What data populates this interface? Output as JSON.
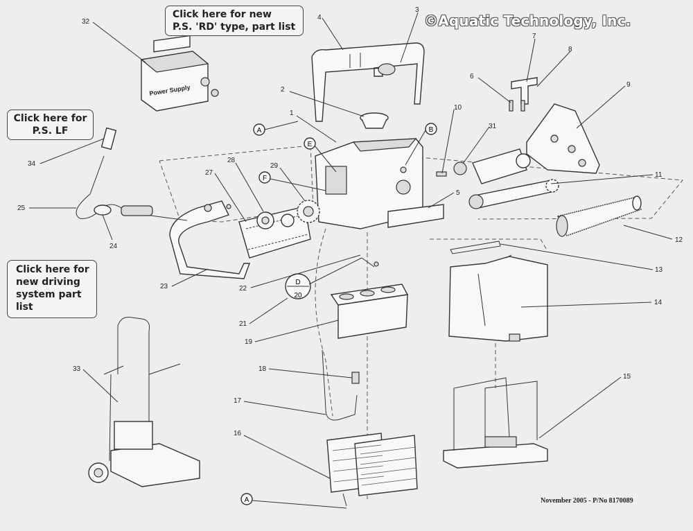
{
  "copyright": "©Aquatic Technology, Inc.",
  "footer": "November 2005 - P/No 8170089",
  "links": {
    "ps_rd": {
      "line1": "Click here for new",
      "line2": "P.S. 'RD' type, part list"
    },
    "ps_lf": {
      "line1": "Click here for",
      "line2": "P.S. LF"
    },
    "driving": {
      "line1": "Click here for",
      "line2": "new driving",
      "line3": "system part",
      "line4": "list"
    }
  },
  "part_numbers": [
    "1",
    "2",
    "3",
    "4",
    "5",
    "6",
    "7",
    "8",
    "9",
    "10",
    "11",
    "12",
    "13",
    "14",
    "15",
    "16",
    "17",
    "18",
    "19",
    "20",
    "21",
    "22",
    "23",
    "24",
    "25",
    "27",
    "28",
    "29",
    "31",
    "32",
    "33",
    "34"
  ],
  "callout_letters": [
    "A",
    "B",
    "E",
    "F",
    "D",
    "A"
  ],
  "device_labels": {
    "power_supply": "Power Supply"
  }
}
